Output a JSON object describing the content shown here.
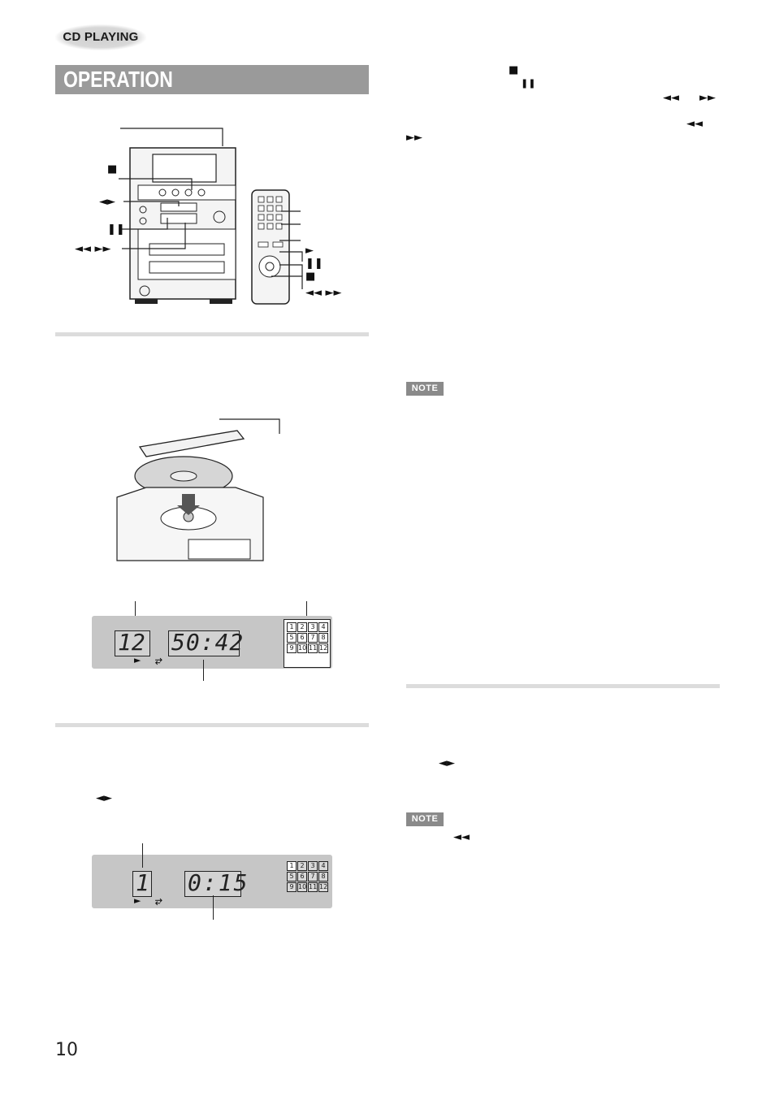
{
  "header": {
    "badge": "CD PLAYING",
    "title": "OPERATION"
  },
  "diagram_labels": {
    "stop": "■",
    "play_pause": "◄►",
    "pause": "❚❚",
    "skip": "◄◄ ►►",
    "remote_play": "►",
    "remote_pause": "❚❚",
    "remote_stop": "■",
    "remote_skip": "◄◄ ►►"
  },
  "display1": {
    "track": "12",
    "time": "50:42",
    "tracks": [
      "1",
      "2",
      "3",
      "4",
      "5",
      "6",
      "7",
      "8",
      "9",
      "10",
      "11",
      "12"
    ]
  },
  "display2": {
    "track": "1",
    "time": "0:15",
    "tracks": [
      "1",
      "2",
      "3",
      "4",
      "5",
      "6",
      "7",
      "8",
      "9",
      "10",
      "11",
      "12"
    ]
  },
  "display_icons": {
    "play": "►",
    "repeat": "⥂"
  },
  "right_column": {
    "stop_symbol": "■",
    "pause_symbol": "❚❚",
    "rew": "◄◄",
    "ff": "►►",
    "rew2": "◄◄",
    "ff2": "►►",
    "note1": "NOTE",
    "note2": "NOTE",
    "play_pause_symbol": "◄►",
    "rew3": "◄◄"
  },
  "left_lower": {
    "play_pause_symbol": "◄►"
  },
  "page_number": "10"
}
